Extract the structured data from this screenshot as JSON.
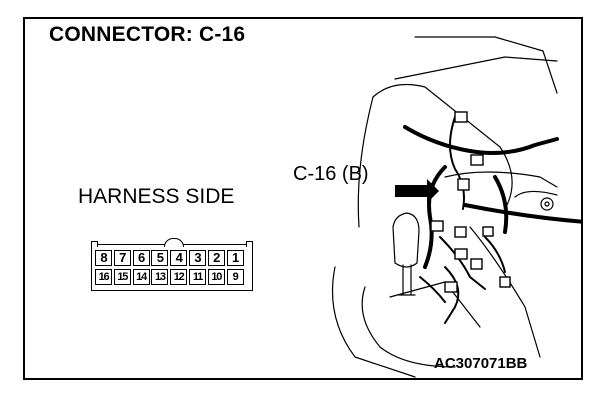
{
  "title": "CONNECTOR: C-16",
  "harness_side_label": "HARNESS SIDE",
  "callout_label": "C-16 (B)",
  "figure_code": "AC307071BB",
  "connector": {
    "top_row": [
      "8",
      "7",
      "6",
      "5",
      "4",
      "3",
      "2",
      "1"
    ],
    "bottom_row": [
      "16",
      "15",
      "14",
      "13",
      "12",
      "11",
      "10",
      "9"
    ]
  }
}
